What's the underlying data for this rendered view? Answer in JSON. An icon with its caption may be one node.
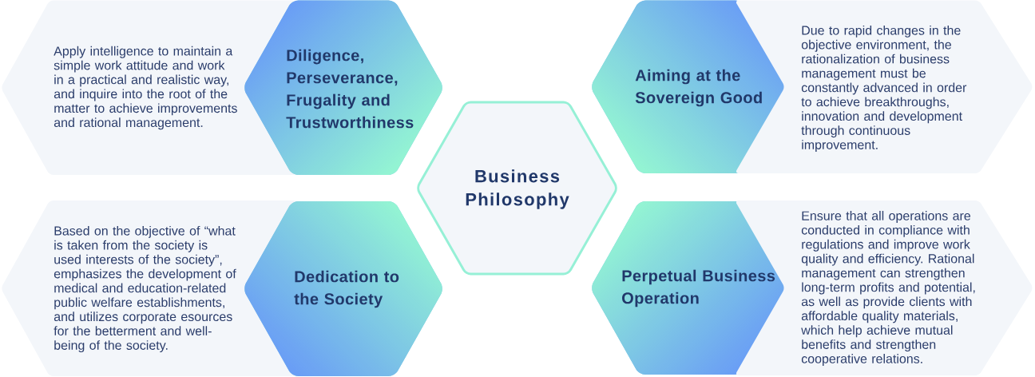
{
  "diagram": {
    "nodes": [
      {
        "text": [
          "Apply intelligence to maintain a simple work attitude and work in a practical and realistic way, and inquire into the root of the matter to achieve improvements and rational management."
        ]
      },
      {
        "text": [
          "Diligence, Perseverance, Frugality and Trustworthiness"
        ]
      },
      {
        "text": [
          "Business Philosophy"
        ]
      },
      {
        "text": [
          "Aiming at the Sovereign Good"
        ]
      },
      {
        "text": [
          "Due to rapid changes in the objective environment, the rationalization of business management must be constantly advanced in order to achieve breakthroughs, innovation and development through continuous improvement."
        ]
      },
      {
        "text": [
          "Based on the objective of “what is taken from the society is used interests of the society”, emphasizes the development of medical and education-related public welfare establishments, and utilizes corporate esources for the betterment and well-being of the society."
        ]
      },
      {
        "text": [
          "Dedication to the Society"
        ]
      },
      {
        "text": [
          "Perpetual Business Operation"
        ]
      },
      {
        "text": [
          "Ensure that all operations are conducted in compliance with regulations and improve work quality and efficiency. Rational management can strengthen long-term profits and potential, as well as provide clients with affordable quality materials, which help achieve mutual benefits and strengthen cooperative relations."
        ]
      }
    ]
  }
}
